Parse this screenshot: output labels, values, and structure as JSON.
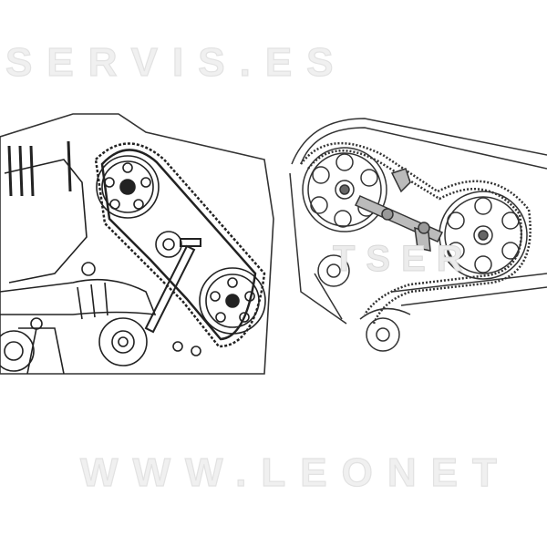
{
  "watermarks": {
    "top": "SERVIS.ES",
    "middle": "TSER",
    "bottom": "WWW.LEONET"
  },
  "illustrations": {
    "left": "engine-timing-belt-with-locking-tool",
    "right": "camshaft-sprockets-with-locking-tool"
  }
}
